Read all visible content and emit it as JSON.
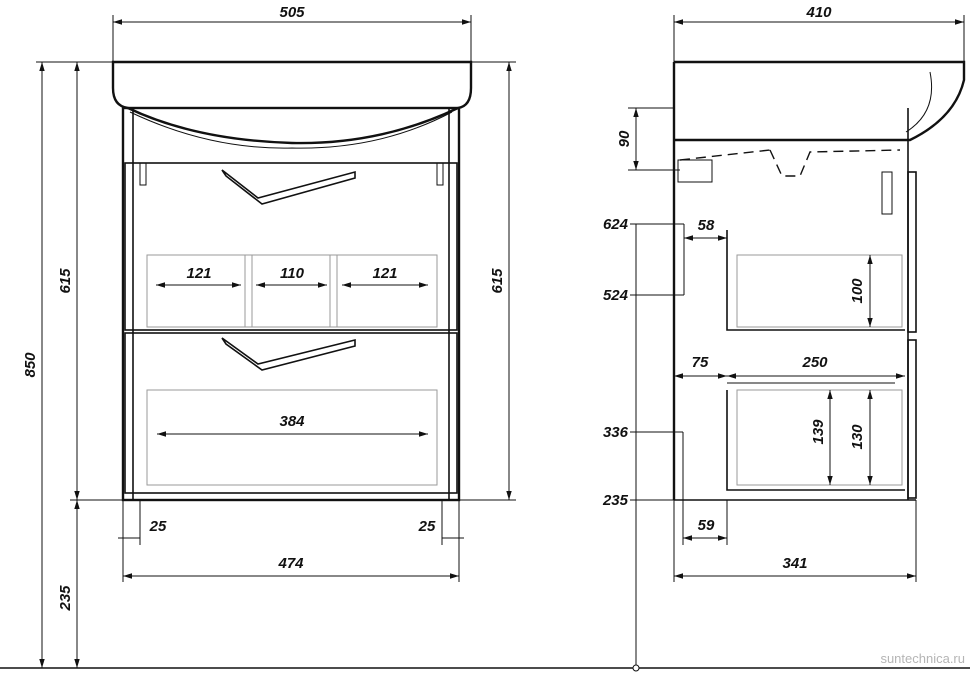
{
  "front_view": {
    "overall_width": "505",
    "overall_height": "850",
    "body_height_left": "615",
    "body_height_right": "615",
    "leg_height": "235",
    "drawer_sections": [
      "121",
      "110",
      "121"
    ],
    "lower_drawer_width": "384",
    "foot_inset_left": "25",
    "foot_inset_right": "25",
    "body_width": "474"
  },
  "side_view": {
    "overall_depth": "410",
    "basin_rim_height": "90",
    "level_upper_top": "624",
    "level_upper_bottom": "524",
    "upper_offset": "58",
    "upper_drawer_height": "100",
    "lower_offset": "75",
    "lower_drawer_depth": "250",
    "level_lower": "336",
    "lower_drawer_height_outer": "139",
    "lower_drawer_height_inner": "130",
    "level_floor_body": "235",
    "bottom_offset": "59",
    "body_depth": "341"
  },
  "watermark": "suntechnica.ru"
}
